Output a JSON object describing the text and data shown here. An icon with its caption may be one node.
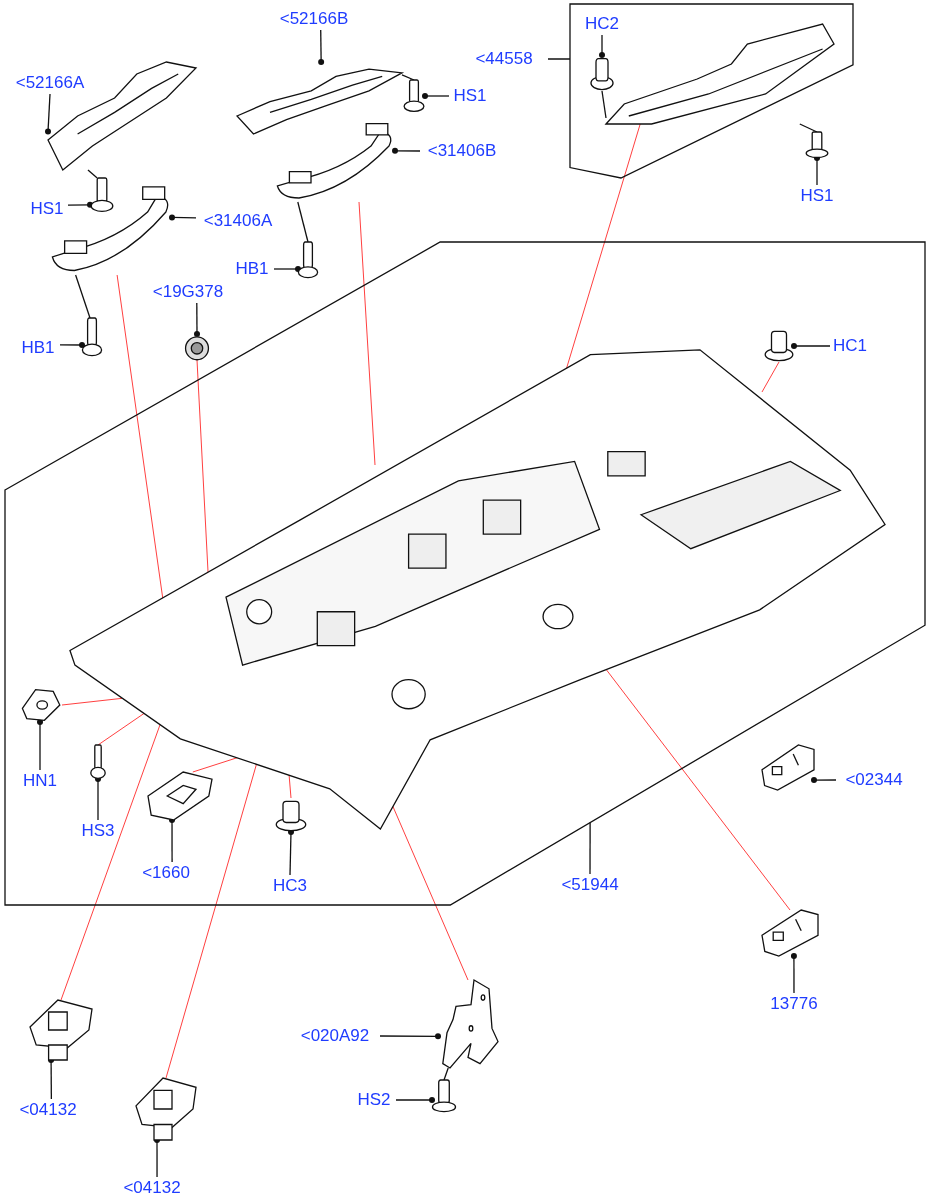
{
  "diagram": {
    "nodes": [
      {
        "text": [],
        "shape": "box"
      },
      {
        "text": [],
        "shape": "box"
      },
      {
        "text": [],
        "shape": "picture",
        "in": 1
      },
      {
        "text": [
          "<52166A"
        ]
      },
      {
        "text": [],
        "shape": "picture"
      },
      {
        "text": [
          "HS1"
        ]
      },
      {
        "text": [],
        "shape": "picture"
      },
      {
        "text": [
          "<31406A"
        ]
      },
      {
        "text": [],
        "shape": "picture"
      },
      {
        "text": [
          "HB1"
        ]
      },
      {
        "text": [],
        "shape": "picture"
      },
      {
        "text": [
          "<19G378"
        ]
      },
      {
        "text": [],
        "shape": "picture"
      },
      {
        "text": [
          "<52166B"
        ]
      },
      {
        "text": [],
        "shape": "picture"
      },
      {
        "text": [
          "HS1"
        ]
      },
      {
        "text": [],
        "shape": "picture"
      },
      {
        "text": [
          "<31406B"
        ]
      },
      {
        "text": [],
        "shape": "picture"
      },
      {
        "text": [
          "HB1"
        ]
      },
      {
        "text": [],
        "shape": "picture"
      },
      {
        "text": [
          "<44558"
        ]
      },
      {
        "text": [
          "HC2"
        ],
        "in": 0
      },
      {
        "text": [],
        "shape": "picture",
        "in": 0
      },
      {
        "text": [
          "HS1"
        ]
      },
      {
        "text": [],
        "shape": "picture"
      },
      {
        "text": [],
        "shape": "picture",
        "in": 0
      },
      {
        "text": [
          "HC1"
        ],
        "in": 1
      },
      {
        "text": [],
        "shape": "picture",
        "in": 1
      },
      {
        "text": [
          "HN1"
        ],
        "in": 1
      },
      {
        "text": [],
        "shape": "picture",
        "in": 1
      },
      {
        "text": [
          "HS3"
        ],
        "in": 1
      },
      {
        "text": [],
        "shape": "picture",
        "in": 1
      },
      {
        "text": [
          "<1660"
        ],
        "in": 1
      },
      {
        "text": [],
        "shape": "picture",
        "in": 1
      },
      {
        "text": [
          "HC3"
        ],
        "in": 1
      },
      {
        "text": [],
        "shape": "picture",
        "in": 1
      },
      {
        "text": [
          "<51944"
        ]
      },
      {
        "text": [
          "<02344"
        ]
      },
      {
        "text": [],
        "shape": "picture"
      },
      {
        "text": [
          "13776"
        ]
      },
      {
        "text": [],
        "shape": "picture"
      },
      {
        "text": [
          "<020A92"
        ]
      },
      {
        "text": [],
        "shape": "picture"
      },
      {
        "text": [
          "HS2"
        ]
      },
      {
        "text": [],
        "shape": "picture"
      },
      {
        "text": [
          "<04132"
        ]
      },
      {
        "text": [],
        "shape": "picture"
      },
      {
        "text": [
          "<04132"
        ]
      },
      {
        "text": [],
        "shape": "picture"
      }
    ],
    "edges": [
      {
        "from": 3,
        "to": 4,
        "arrow": "other"
      },
      {
        "from": 5,
        "to": 6,
        "arrow": "other"
      },
      {
        "from": 7,
        "to": 8,
        "arrow": "other"
      },
      {
        "from": 9,
        "to": 10,
        "arrow": "other"
      },
      {
        "from": 11,
        "to": 12,
        "arrow": "other"
      },
      {
        "from": 13,
        "to": 14,
        "arrow": "other"
      },
      {
        "from": 15,
        "to": 16,
        "arrow": "other"
      },
      {
        "from": 17,
        "to": 18,
        "arrow": "other"
      },
      {
        "from": 19,
        "to": 20,
        "arrow": "other"
      },
      {
        "from": 21,
        "to": 0,
        "arrow": "none"
      },
      {
        "from": 22,
        "to": 23,
        "arrow": "other"
      },
      {
        "from": 24,
        "to": 25,
        "arrow": "other"
      },
      {
        "from": 27,
        "to": 28,
        "arrow": "other"
      },
      {
        "from": 29,
        "to": 30,
        "arrow": "other"
      },
      {
        "from": 31,
        "to": 32,
        "arrow": "other"
      },
      {
        "from": 33,
        "to": 34,
        "arrow": "other"
      },
      {
        "from": 35,
        "to": 36,
        "arrow": "other"
      },
      {
        "from": 37,
        "to": 1,
        "arrow": "none"
      },
      {
        "from": 38,
        "to": 39,
        "arrow": "other"
      },
      {
        "from": 40,
        "to": 41,
        "arrow": "other"
      },
      {
        "from": 42,
        "to": 43,
        "arrow": "other"
      },
      {
        "from": 44,
        "to": 45,
        "arrow": "other"
      },
      {
        "from": 46,
        "to": 47,
        "arrow": "other"
      },
      {
        "from": 48,
        "to": 49,
        "arrow": "other"
      },
      {
        "from": 4,
        "to": 6,
        "arrow": "none"
      },
      {
        "from": 8,
        "to": 10,
        "arrow": "none"
      },
      {
        "from": 14,
        "to": 16,
        "arrow": "none"
      },
      {
        "from": 18,
        "to": 20,
        "arrow": "none"
      },
      {
        "from": 26,
        "to": 25,
        "arrow": "none"
      },
      {
        "from": 23,
        "to": 26,
        "arrow": "none"
      },
      {
        "from": 43,
        "to": 45,
        "arrow": "none"
      },
      {
        "from": 8,
        "to": 2,
        "arrow": "none",
        "color": "#ff2a2a"
      },
      {
        "from": 12,
        "to": 2,
        "arrow": "none",
        "color": "#ff2a2a"
      },
      {
        "from": 18,
        "to": 2,
        "arrow": "none",
        "color": "#ff2a2a"
      },
      {
        "from": 26,
        "to": 2,
        "arrow": "none",
        "color": "#ff2a2a"
      },
      {
        "from": 28,
        "to": 2,
        "arrow": "none",
        "color": "#ff2a2a"
      },
      {
        "from": 30,
        "to": 2,
        "arrow": "none",
        "color": "#ff2a2a"
      },
      {
        "from": 32,
        "to": 2,
        "arrow": "none",
        "color": "#ff2a2a"
      },
      {
        "from": 34,
        "to": 2,
        "arrow": "none",
        "color": "#ff2a2a"
      },
      {
        "from": 36,
        "to": 2,
        "arrow": "none",
        "color": "#ff2a2a"
      },
      {
        "from": 41,
        "to": 2,
        "arrow": "none",
        "color": "#ff2a2a"
      },
      {
        "from": 43,
        "to": 2,
        "arrow": "none",
        "color": "#ff2a2a"
      },
      {
        "from": 47,
        "to": 2,
        "arrow": "none",
        "color": "#ff2a2a"
      },
      {
        "from": 49,
        "to": 2,
        "arrow": "none",
        "color": "#ff2a2a"
      }
    ]
  }
}
